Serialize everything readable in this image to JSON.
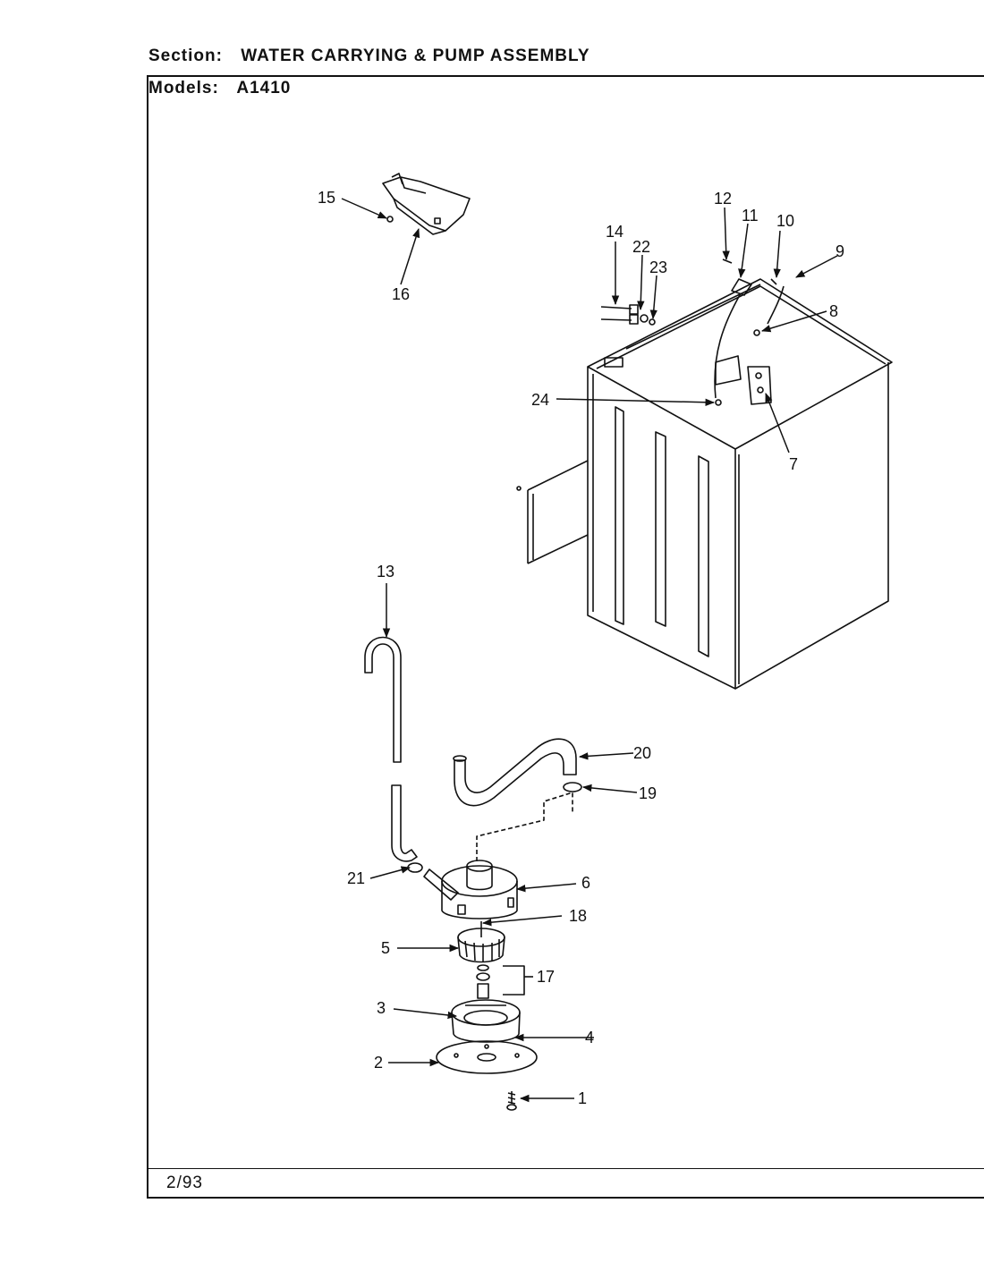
{
  "header": {
    "section_label": "Section:",
    "section_title": "WATER CARRYING & PUMP ASSEMBLY",
    "models_label": "Models:",
    "model": "A1410"
  },
  "footer": {
    "date": "2/93"
  },
  "callouts": {
    "p1": "1",
    "p2": "2",
    "p3": "3",
    "p4": "4",
    "p5": "5",
    "p6": "6",
    "p7": "7",
    "p8": "8",
    "p9": "9",
    "p10": "10",
    "p11": "11",
    "p12": "12",
    "p13": "13",
    "p14": "14",
    "p15": "15",
    "p16": "16",
    "p17": "17",
    "p18": "18",
    "p19": "19",
    "p20": "20",
    "p21": "21",
    "p22": "22",
    "p23": "23",
    "p24": "24"
  }
}
